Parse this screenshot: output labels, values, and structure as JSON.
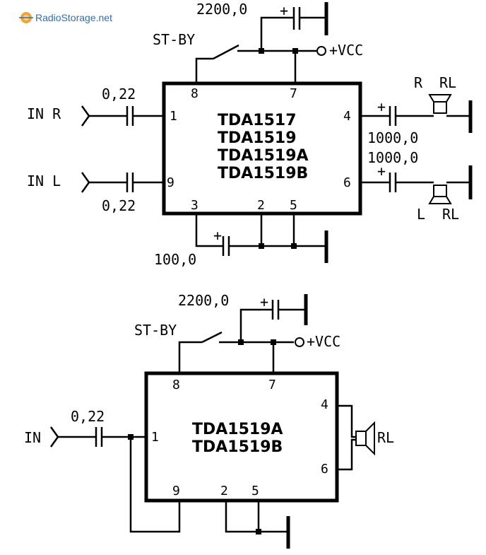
{
  "logo": {
    "text": "RadioStorage.net",
    "color": "#2a6fb5"
  },
  "top": {
    "supply_cap": "2200,0",
    "standby": "ST-BY",
    "vcc": "+VCC",
    "chips": [
      "TDA1517",
      "TDA1519",
      "TDA1519A",
      "TDA1519B"
    ],
    "in_r": "IN R",
    "in_l": "IN L",
    "in_cap_r": "0,22",
    "in_cap_l": "0,22",
    "out_cap_r": "1000,0",
    "out_cap_l": "1000,0",
    "spk_r_label": "R",
    "spk_r_rl": "RL",
    "spk_l_label": "L",
    "spk_l_rl": "RL",
    "bottom_cap": "100,0",
    "pins": {
      "p8": "8",
      "p7": "7",
      "p1": "1",
      "p9": "9",
      "p4": "4",
      "p6": "6",
      "p3": "3",
      "p2": "2",
      "p5": "5"
    },
    "plus": "+"
  },
  "bottom": {
    "supply_cap": "2200,0",
    "standby": "ST-BY",
    "vcc": "+VCC",
    "chips": [
      "TDA1519A",
      "TDA1519B"
    ],
    "in": "IN",
    "in_cap": "0,22",
    "spk_rl": "RL",
    "pins": {
      "p8": "8",
      "p7": "7",
      "p1": "1",
      "p4": "4",
      "p6": "6",
      "p9": "9",
      "p2": "2",
      "p5": "5"
    },
    "plus": "+"
  }
}
